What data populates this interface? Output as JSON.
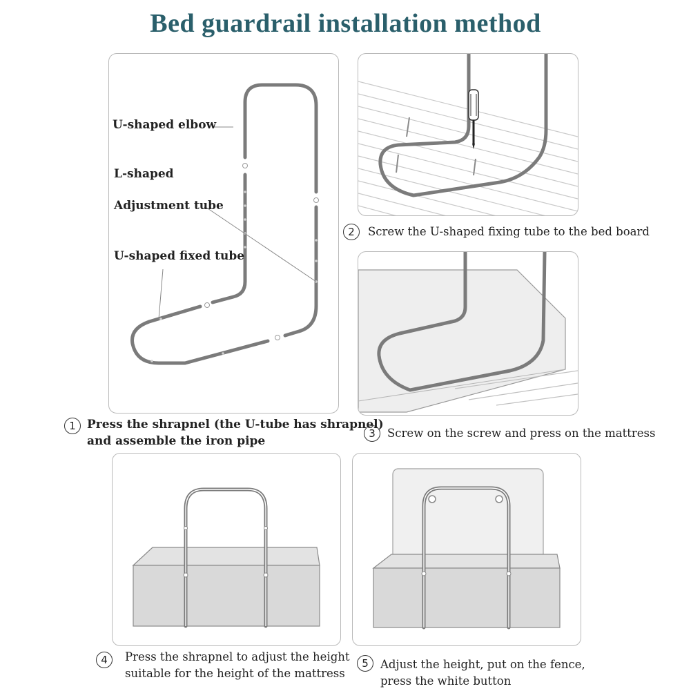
{
  "title": "Bed guardrail installation method",
  "panel1": {
    "labels": {
      "u_elbow": "U-shaped elbow",
      "l_shaped": "L-shaped",
      "adjustment_tube": "Adjustment tube",
      "u_fixed_tube": "U-shaped fixed tube"
    }
  },
  "steps": [
    {
      "number": "1",
      "lines": [
        "Press the shrapnel (the U-tube has shrapnel)",
        "and assemble the iron pipe"
      ]
    },
    {
      "number": "2",
      "lines": [
        "Screw the U-shaped fixing tube to the bed board"
      ]
    },
    {
      "number": "3",
      "lines": [
        "Screw on the screw and press on the mattress"
      ]
    },
    {
      "number": "4",
      "lines": [
        "Press the shrapnel to adjust the height",
        "suitable for the height of the mattress"
      ]
    },
    {
      "number": "5",
      "lines": [
        "Adjust the height, put on the fence,",
        "press the white button"
      ]
    }
  ],
  "colors": {
    "title": "#2a5f6b",
    "tube": "#7b7b7b",
    "mattress": "#d9d9d9"
  }
}
